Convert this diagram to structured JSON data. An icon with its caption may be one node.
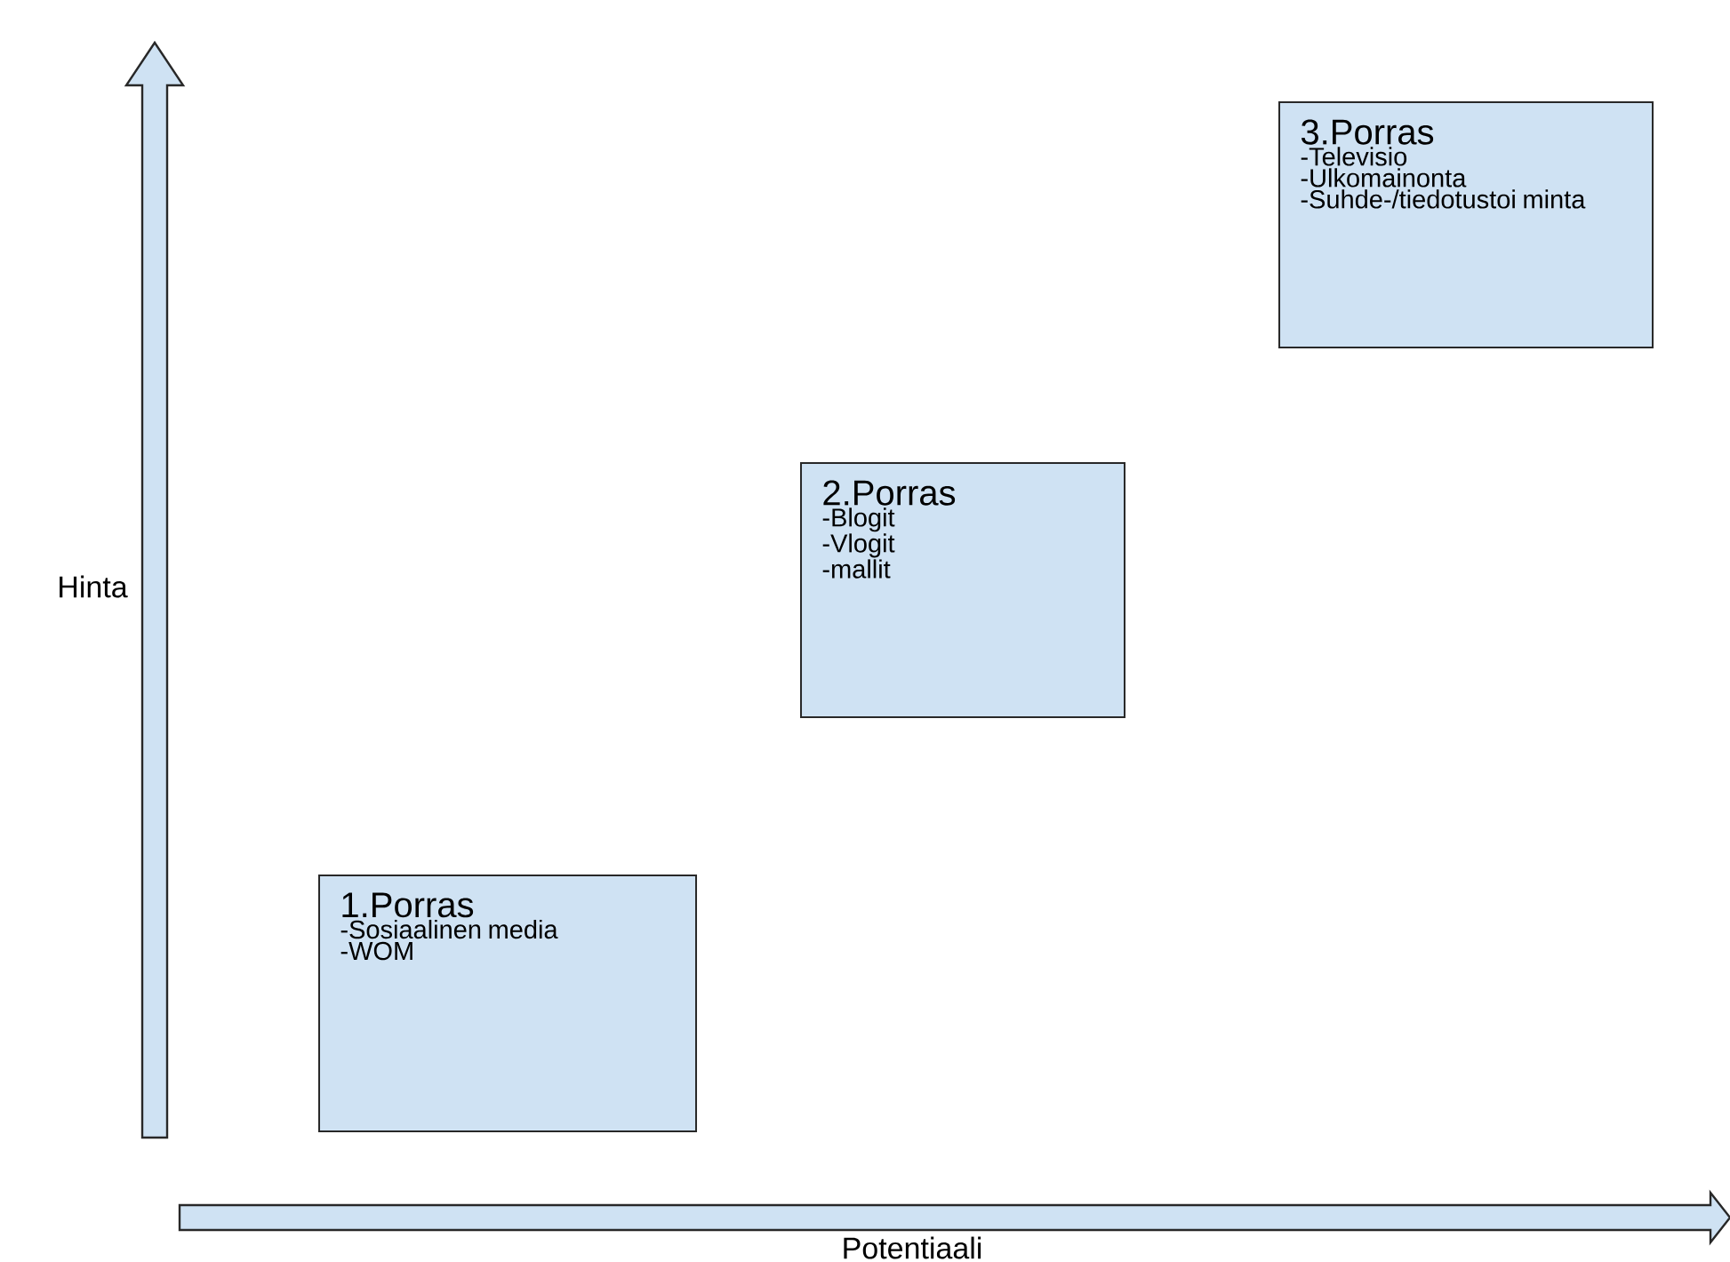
{
  "diagram": {
    "nodes": [
      {
        "text": [
          "1.Porras",
          "-Sosiaalinen media",
          "-WOM"
        ]
      },
      {
        "text": [
          "2.Porras",
          "-Blogit",
          "-Vlogit",
          "-mallit"
        ]
      },
      {
        "text": [
          "3.Porras",
          "-Televisio",
          "-Ulkomainonta",
          "-Suhde-/tiedotustoi minta"
        ]
      }
    ],
    "labels": [
      "Hinta",
      "Potentiaali"
    ]
  }
}
